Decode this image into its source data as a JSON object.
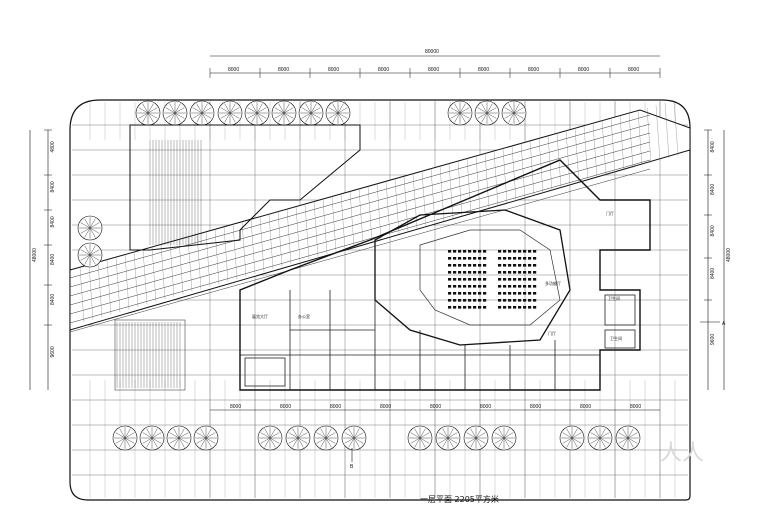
{
  "drawing": {
    "caption": "一层平面  2205平方米",
    "total_width_dim": "80000",
    "total_height_dim": "48000",
    "top_dims": [
      "8000",
      "8000",
      "8000",
      "8000",
      "8000",
      "8000",
      "8000",
      "8000",
      "8000"
    ],
    "bottom_dims": [
      "8000",
      "8000",
      "8000",
      "8000",
      "8000",
      "8000",
      "8000",
      "8000",
      "8000"
    ],
    "left_dims": [
      "4800",
      "8400",
      "8400",
      "8400",
      "8400",
      "9600"
    ],
    "right_dims": [
      "8400",
      "8400",
      "8400",
      "8400",
      "9600"
    ],
    "axis_a": "A",
    "axis_b": "B",
    "room_labels": [
      "展览大厅",
      "办公室",
      "多功能厅",
      "门厅",
      "门厅",
      "卫生间",
      "卫生间"
    ],
    "watermark": "人人"
  },
  "colors": {
    "line": "#111111",
    "grid": "#444444",
    "paper": "#ffffff"
  }
}
